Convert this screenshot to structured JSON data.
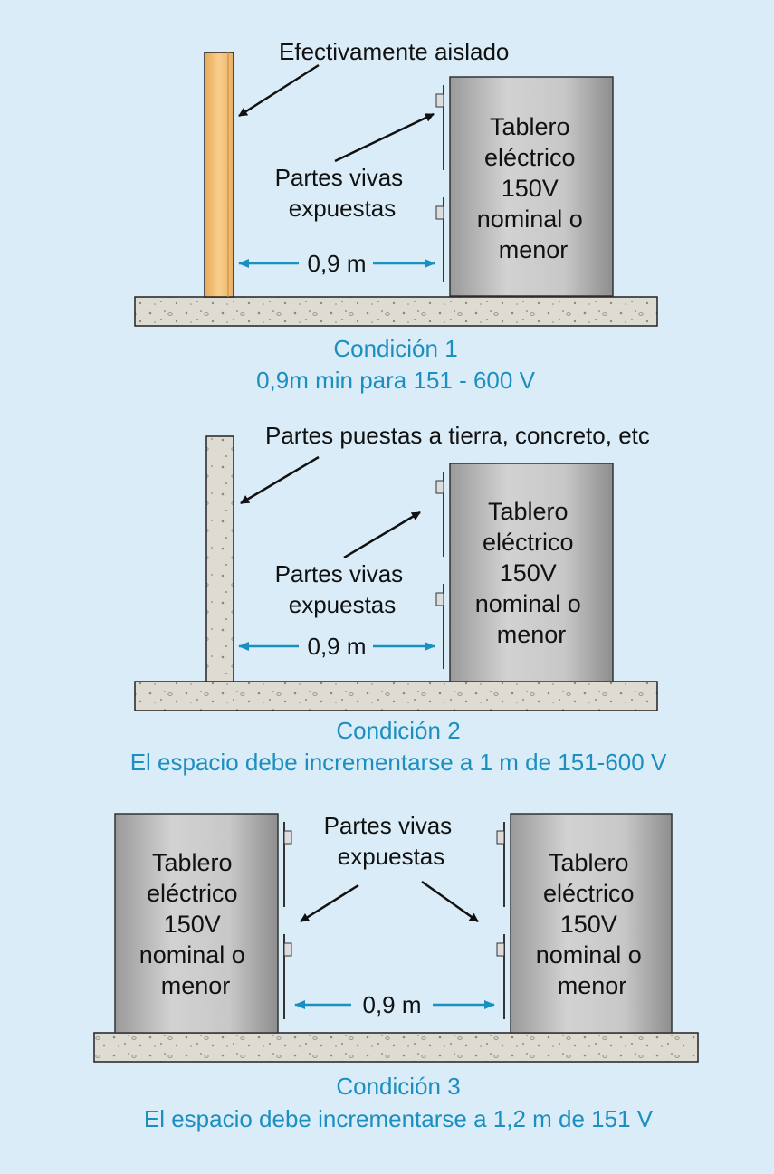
{
  "colors": {
    "background": "#d9ecf7",
    "caption": "#1b8fc0",
    "dimension_arrow": "#1b8fc0",
    "wood": "#f4c27b",
    "concrete": "#dcdcd0",
    "panel": "#c4c4c4"
  },
  "conditions": [
    {
      "wall_label": "Efectivamente aislado",
      "live_parts_label": [
        "Partes vivas",
        "expuestas"
      ],
      "panel_text": [
        "Tablero",
        "eléctrico",
        "150V",
        "nominal o",
        "menor"
      ],
      "distance": "0,9 m",
      "caption_title": "Condición 1",
      "caption_text": "0,9m min para 151 - 600 V"
    },
    {
      "wall_label": "Partes puestas a tierra, concreto, etc",
      "live_parts_label": [
        "Partes vivas",
        "expuestas"
      ],
      "panel_text": [
        "Tablero",
        "eléctrico",
        "150V",
        "nominal o",
        "menor"
      ],
      "distance": "0,9 m",
      "caption_title": "Condición 2",
      "caption_text": "El espacio debe incrementarse a 1 m  de 151-600 V"
    },
    {
      "live_parts_label": [
        "Partes vivas",
        "expuestas"
      ],
      "panel_text_left": [
        "Tablero",
        "eléctrico",
        "150V",
        "nominal o",
        "menor"
      ],
      "panel_text_right": [
        "Tablero",
        "eléctrico",
        "150V",
        "nominal o",
        "menor"
      ],
      "distance": "0,9 m",
      "caption_title": "Condición 3",
      "caption_text": "El espacio debe incrementarse a 1,2 m  de 151 V"
    }
  ]
}
